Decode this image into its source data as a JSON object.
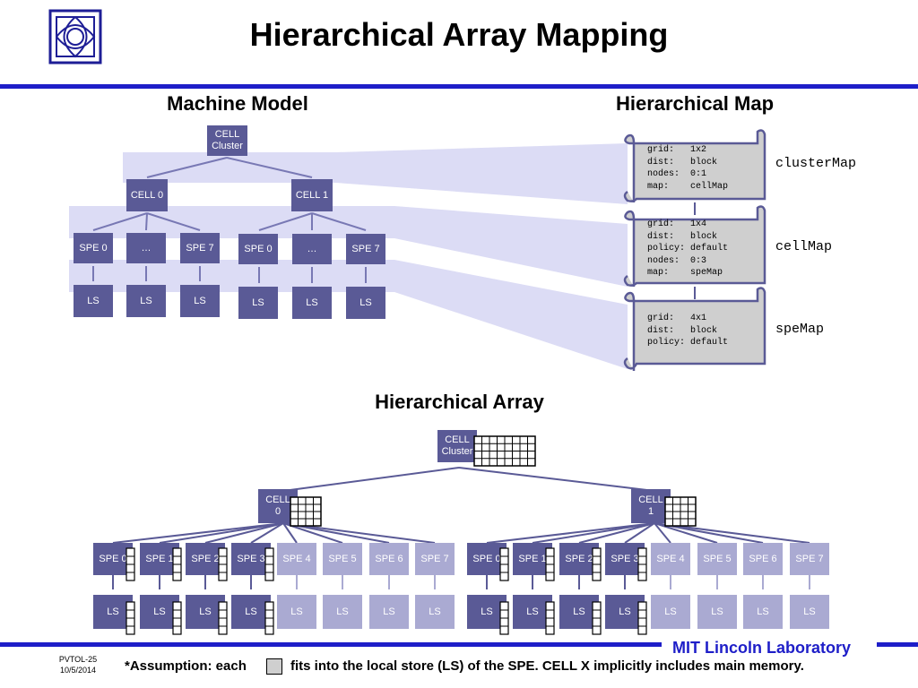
{
  "title": "Hierarchical Array Mapping",
  "colors": {
    "accent": "#1e1ec8",
    "node_dark": "#5a5a96",
    "node_light": "#aaaad2",
    "band": "#dcdcf5",
    "scroll": "#cfcfcf"
  },
  "machine_model": {
    "heading": "Machine Model",
    "root": "CELL Cluster",
    "cells": [
      "CELL 0",
      "CELL 1"
    ],
    "spes": [
      "SPE 0",
      "…",
      "SPE 7"
    ],
    "ls": "LS"
  },
  "hier_map": {
    "heading": "Hierarchical Map",
    "maps": [
      {
        "name": "clusterMap",
        "lines": [
          "grid:   1x2",
          "dist:   block",
          "nodes:  0:1",
          "map:    cellMap"
        ]
      },
      {
        "name": "cellMap",
        "lines": [
          "grid:   1x4",
          "dist:   block",
          "policy: default",
          "nodes:  0:3",
          "map:    speMap"
        ]
      },
      {
        "name": "speMap",
        "lines": [
          "grid:   4x1",
          "dist:   block",
          "policy: default"
        ]
      }
    ]
  },
  "hier_array": {
    "heading": "Hierarchical Array",
    "root": "CELL Cluster",
    "cells": [
      "CELL 0",
      "CELL 1"
    ],
    "spes": [
      "SPE 0",
      "SPE 1",
      "SPE 2",
      "SPE 3",
      "SPE 4",
      "SPE 5",
      "SPE 6",
      "SPE 7"
    ],
    "ls": "LS"
  },
  "footer": {
    "lab": "MIT Lincoln Laboratory",
    "slide": "PVTOL-25",
    "date": "10/5/2014",
    "note_a": "*Assumption: each",
    "note_b": "fits into the local store (LS) of the SPE.  CELL X implicitly includes main memory."
  }
}
